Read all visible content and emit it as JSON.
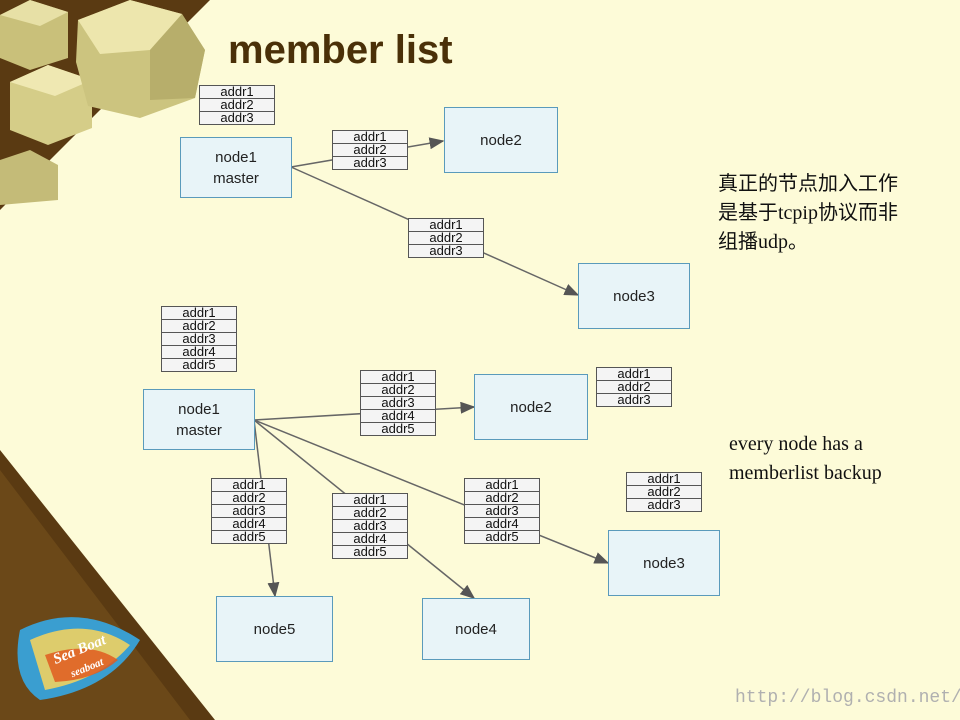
{
  "slide": {
    "title": "member list",
    "note_top": "真正的节点加入工作\n是基于tcpip协议而非\n组播udp。",
    "note_bottom": "every node has a\nmemberlist backup",
    "watermark": "http://blog.csdn.net/",
    "logo": {
      "line1": "Sea Boat",
      "line2": "seaboat"
    }
  },
  "diagram_top": {
    "master_label": "node1\nmaster",
    "master_list": [
      "addr1",
      "addr2",
      "addr3"
    ],
    "node2_label": "node2",
    "node3_label": "node3",
    "msg_to_node2": [
      "addr1",
      "addr2",
      "addr3"
    ],
    "msg_to_node3": [
      "addr1",
      "addr2",
      "addr3"
    ]
  },
  "diagram_bottom": {
    "master_label": "node1\nmaster",
    "master_list": [
      "addr1",
      "addr2",
      "addr3",
      "addr4",
      "addr5"
    ],
    "node2_label": "node2",
    "node3_label": "node3",
    "node4_label": "node4",
    "node5_label": "node5",
    "msg_to_node2": [
      "addr1",
      "addr2",
      "addr3",
      "addr4",
      "addr5"
    ],
    "msg_to_node3": [
      "addr1",
      "addr2",
      "addr3",
      "addr4",
      "addr5"
    ],
    "msg_to_node4": [
      "addr1",
      "addr2",
      "addr3",
      "addr4",
      "addr5"
    ],
    "msg_to_node5": [
      "addr1",
      "addr2",
      "addr3",
      "addr4",
      "addr5"
    ],
    "node2_list": [
      "addr1",
      "addr2",
      "addr3"
    ],
    "node3_list": [
      "addr1",
      "addr2",
      "addr3"
    ]
  }
}
